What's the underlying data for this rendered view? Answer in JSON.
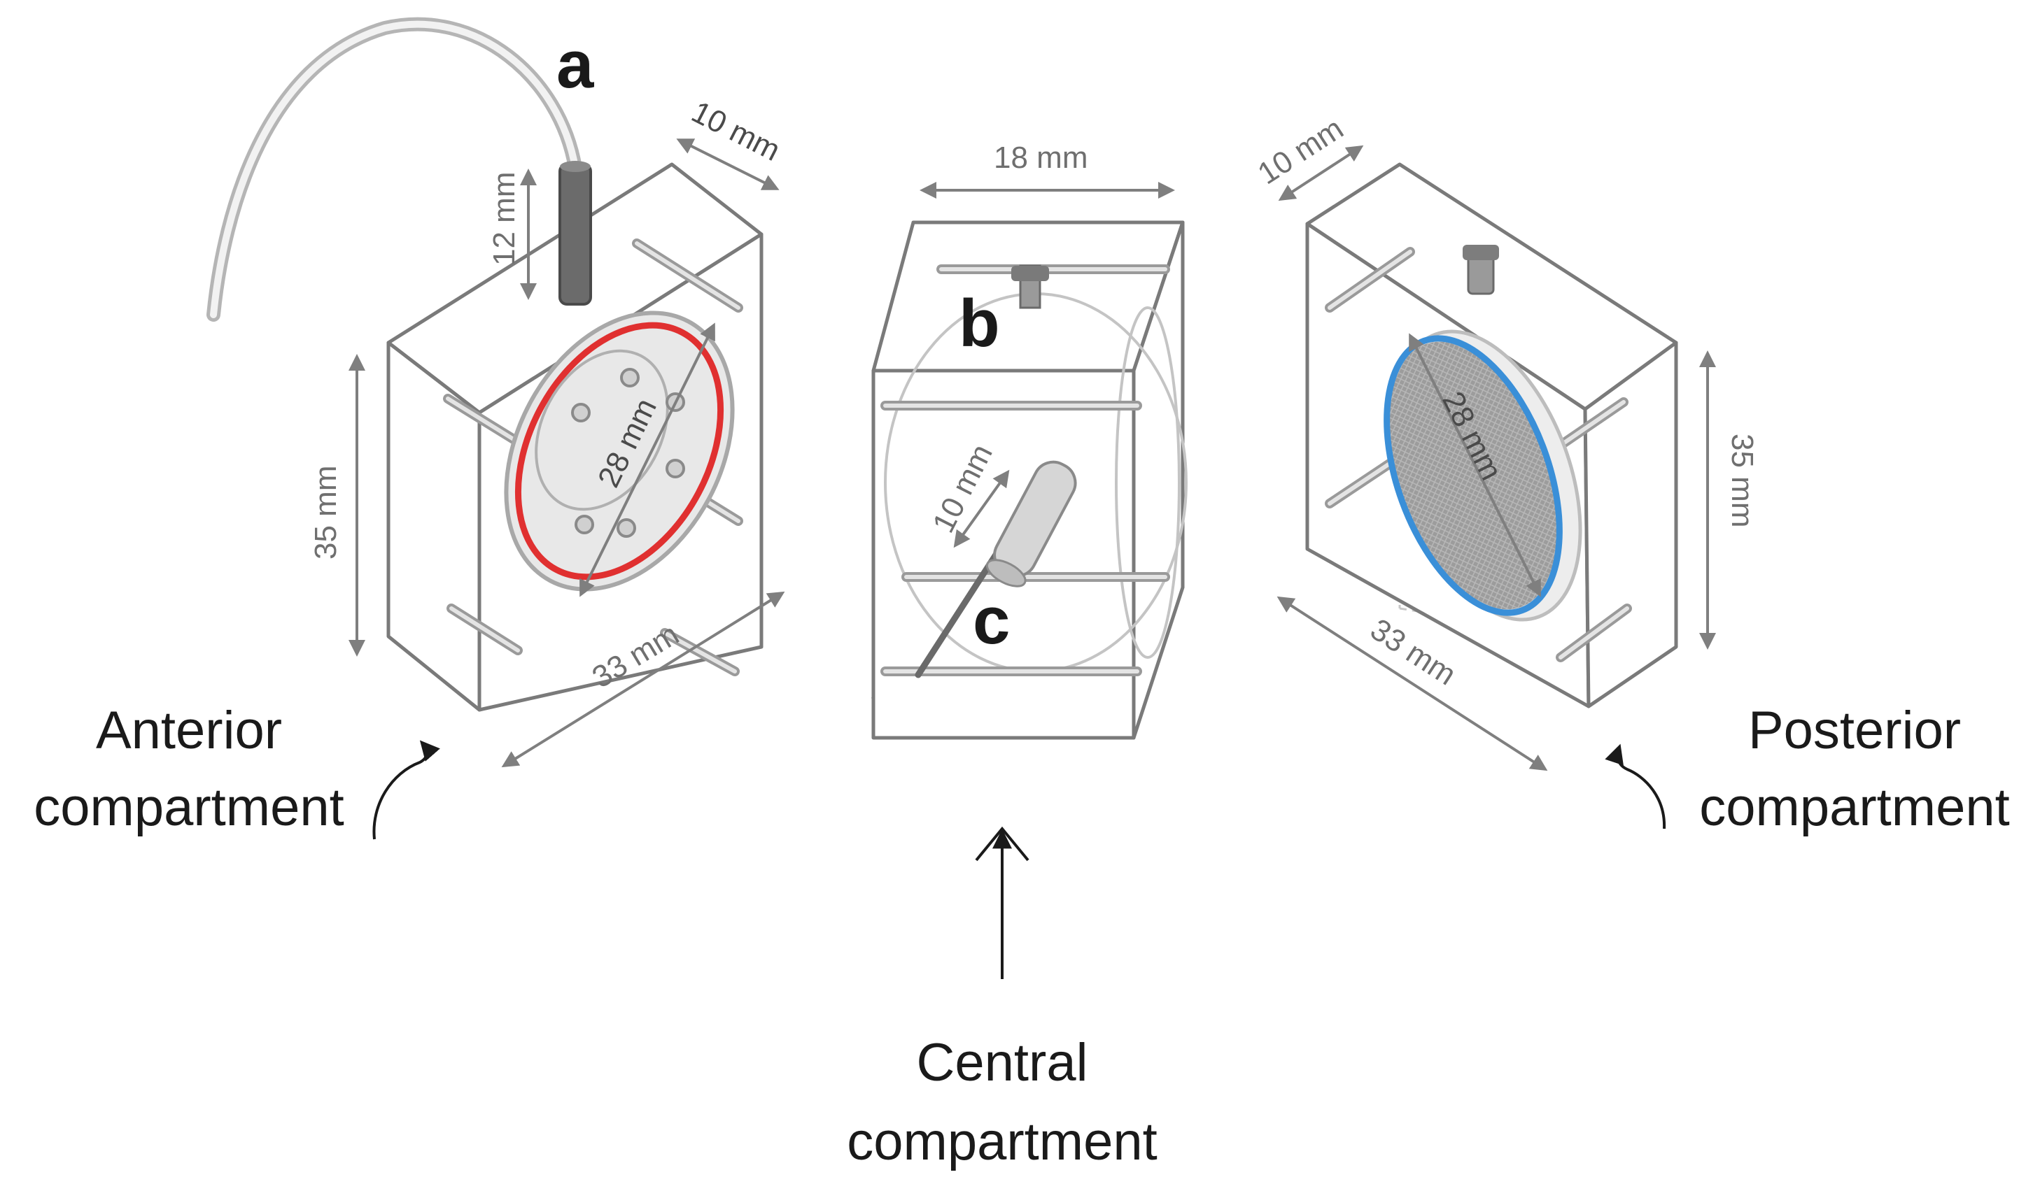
{
  "labels": {
    "letter_a": "a",
    "letter_b": "b",
    "letter_c": "c"
  },
  "dimensions": {
    "anterior_depth": "10 mm",
    "anterior_sensor_height": "12 mm",
    "anterior_height": "35 mm",
    "anterior_diameter": "28 mm",
    "anterior_width": "33 mm",
    "central_width": "18 mm",
    "central_probe": "10 mm",
    "posterior_depth": "10 mm",
    "posterior_diameter": "28 mm",
    "posterior_height": "35 mm",
    "posterior_width": "33 mm"
  },
  "captions": {
    "anterior_line1": "Anterior",
    "anterior_line2": "compartment",
    "central_line1": "Central",
    "central_line2": "compartment",
    "posterior_line1": "Posterior",
    "posterior_line2": "compartment"
  },
  "colors": {
    "anterior_ring": "#e03030",
    "posterior_ring": "#3a8fd8",
    "edge": "#7a7a7a",
    "dimension": "#7f7f7f",
    "caption": "#1a1a1a"
  }
}
